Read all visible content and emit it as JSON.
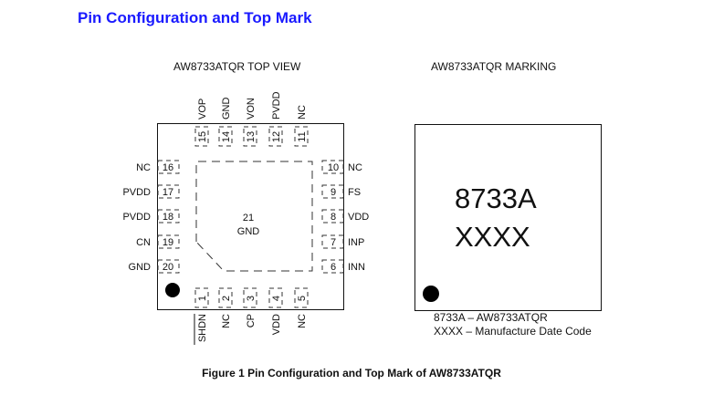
{
  "title": "Pin Configuration and Top Mark",
  "top_view": {
    "label": "AW8733ATQR TOP VIEW",
    "top_pins": [
      {
        "num": "15",
        "name": "VOP"
      },
      {
        "num": "14",
        "name": "GND"
      },
      {
        "num": "13",
        "name": "VON"
      },
      {
        "num": "12",
        "name": "PVDD"
      },
      {
        "num": "11",
        "name": "NC"
      }
    ],
    "bottom_pins": [
      {
        "num": "1",
        "name": "SHDN"
      },
      {
        "num": "2",
        "name": "NC"
      },
      {
        "num": "3",
        "name": "CP"
      },
      {
        "num": "4",
        "name": "VDD"
      },
      {
        "num": "5",
        "name": "NC"
      }
    ],
    "left_pins": [
      {
        "num": "16",
        "name": "NC"
      },
      {
        "num": "17",
        "name": "PVDD"
      },
      {
        "num": "18",
        "name": "PVDD"
      },
      {
        "num": "19",
        "name": "CN"
      },
      {
        "num": "20",
        "name": "GND"
      }
    ],
    "right_pins": [
      {
        "num": "10",
        "name": "NC"
      },
      {
        "num": "9",
        "name": "FS"
      },
      {
        "num": "8",
        "name": "VDD"
      },
      {
        "num": "7",
        "name": "INP"
      },
      {
        "num": "6",
        "name": "INN"
      }
    ],
    "center_pad": {
      "num": "21",
      "name": "GND"
    }
  },
  "marking": {
    "label": "AW8733ATQR MARKING",
    "line1": "8733A",
    "line2": "XXXX",
    "legend1": "8733A – AW8733ATQR",
    "legend2": "XXXX – Manufacture Date Code"
  },
  "caption": "Figure 1   Pin Configuration and Top Mark of AW8733ATQR"
}
